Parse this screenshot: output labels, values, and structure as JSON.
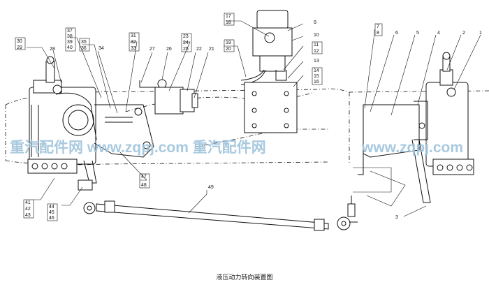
{
  "caption": "液压动力转向装置图",
  "watermark": {
    "text_left": "重汽配件网 www.zqpj.com 重汽配件网",
    "text_right": "www.zqpj.com",
    "color": "#9fc4dc"
  },
  "part_labels": [
    {
      "id": "p30",
      "text": "30"
    },
    {
      "id": "p29",
      "text": "29"
    },
    {
      "id": "p28",
      "text": "28"
    },
    {
      "id": "p37",
      "text": "37"
    },
    {
      "id": "p38",
      "text": "38"
    },
    {
      "id": "p39",
      "text": "39"
    },
    {
      "id": "p40",
      "text": "40"
    },
    {
      "id": "p35",
      "text": "35"
    },
    {
      "id": "p36",
      "text": "36"
    },
    {
      "id": "p34",
      "text": "34"
    },
    {
      "id": "p31",
      "text": "31"
    },
    {
      "id": "p32",
      "text": "32"
    },
    {
      "id": "p33",
      "text": "33"
    },
    {
      "id": "p27",
      "text": "27"
    },
    {
      "id": "p26",
      "text": "26"
    },
    {
      "id": "p23",
      "text": "23"
    },
    {
      "id": "p24",
      "text": "24"
    },
    {
      "id": "p25",
      "text": "25"
    },
    {
      "id": "p22",
      "text": "22"
    },
    {
      "id": "p21",
      "text": "21"
    },
    {
      "id": "p17",
      "text": "17"
    },
    {
      "id": "p18",
      "text": "18"
    },
    {
      "id": "p19",
      "text": "19"
    },
    {
      "id": "p20",
      "text": "20"
    },
    {
      "id": "p9",
      "text": "9"
    },
    {
      "id": "p10",
      "text": "10"
    },
    {
      "id": "p11",
      "text": "11"
    },
    {
      "id": "p12",
      "text": "12"
    },
    {
      "id": "p13",
      "text": "13"
    },
    {
      "id": "p14",
      "text": "14"
    },
    {
      "id": "p15",
      "text": "15"
    },
    {
      "id": "p16",
      "text": "16"
    },
    {
      "id": "p7",
      "text": "7"
    },
    {
      "id": "p8",
      "text": "8"
    },
    {
      "id": "p6",
      "text": "6"
    },
    {
      "id": "p5",
      "text": "5"
    },
    {
      "id": "p4",
      "text": "4"
    },
    {
      "id": "p2",
      "text": "2"
    },
    {
      "id": "p1",
      "text": "1"
    },
    {
      "id": "p3",
      "text": "3"
    },
    {
      "id": "p41",
      "text": "41"
    },
    {
      "id": "p42",
      "text": "42"
    },
    {
      "id": "p43",
      "text": "43"
    },
    {
      "id": "p44",
      "text": "44"
    },
    {
      "id": "p45",
      "text": "45"
    },
    {
      "id": "p46",
      "text": "46"
    },
    {
      "id": "p47",
      "text": "47"
    },
    {
      "id": "p48",
      "text": "48"
    },
    {
      "id": "p49",
      "text": "49"
    }
  ]
}
